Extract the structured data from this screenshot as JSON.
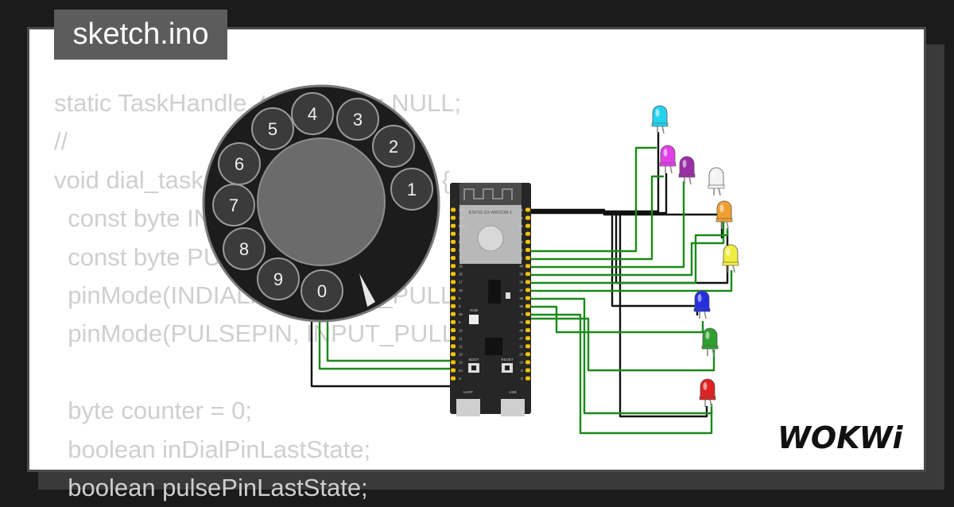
{
  "file_tab": {
    "label": "sketch.ino"
  },
  "code_lines": [
    "static TaskHandle_t dialTask = NULL;",
    "//",
    "void dial_task(void *pvParameters) {",
    "  const byte INDIALPIN = 13;",
    "  const byte PULSEPIN = 14;",
    "  pinMode(INDIALPIN, INPUT_PULLUP);",
    "  pinMode(PULSEPIN, INPUT_PULLUP);",
    "",
    "  byte counter = 0;",
    "  boolean inDialPinLastState;",
    "  boolean pulsePinLastState;"
  ],
  "rotary_dial": {
    "digits": [
      "1",
      "2",
      "3",
      "4",
      "5",
      "6",
      "7",
      "8",
      "9",
      "0"
    ]
  },
  "board": {
    "module_label": "ESP32-S3-WROOM-1",
    "button_left": "BOOT",
    "button_right": "RESET",
    "rgb_label": "RGB",
    "port_left": "UART",
    "port_right": "USB",
    "pins_left": [
      "3V3",
      "3V3",
      "RST",
      "4",
      "5",
      "6",
      "7",
      "15",
      "16",
      "17",
      "18",
      "8",
      "3",
      "46",
      "9",
      "10",
      "11",
      "12",
      "13",
      "14",
      "5V",
      "G"
    ],
    "pins_right": [
      "G",
      "TX",
      "RX",
      "1",
      "2",
      "42",
      "41",
      "40",
      "39",
      "38",
      "37",
      "36",
      "35",
      "0",
      "45",
      "48",
      "47",
      "21",
      "20",
      "19",
      "G",
      "G"
    ]
  },
  "leds": [
    {
      "name": "led-cyan",
      "color": "#22d3ee"
    },
    {
      "name": "led-magenta",
      "color": "#e23fe8"
    },
    {
      "name": "led-purple",
      "color": "#9b2ea8"
    },
    {
      "name": "led-white",
      "color": "#f2f2f2"
    },
    {
      "name": "led-orange",
      "color": "#f0a030"
    },
    {
      "name": "led-yellow",
      "color": "#f0ee40"
    },
    {
      "name": "led-blue",
      "color": "#2430e0"
    },
    {
      "name": "led-green",
      "color": "#2ea02e"
    },
    {
      "name": "led-red",
      "color": "#e02222"
    }
  ],
  "colors": {
    "wire_green": "#1a8a1a",
    "wire_black": "#111111",
    "board": "#262626"
  },
  "logo": {
    "text": "WOKWi"
  }
}
